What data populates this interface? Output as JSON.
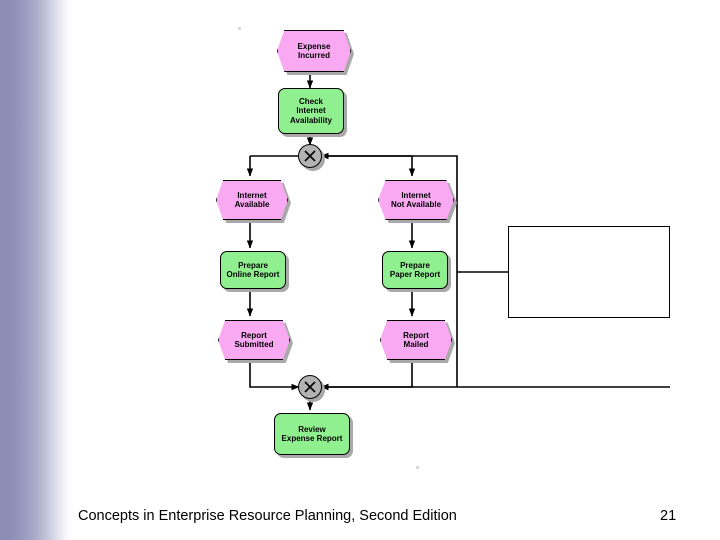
{
  "slide": {
    "page_number": "21",
    "footer_title": "Concepts in Enterprise Resource Planning, Second Edition",
    "background_color": "#ffffff",
    "accent_band_color": "#8b8cb4"
  },
  "diagram": {
    "type": "epc-event-driven-process-chain",
    "colors": {
      "event_fill": "#f9a8f2",
      "function_fill": "#90f090",
      "connector_fill": "#b3b3b3",
      "line": "#000000",
      "shadow": "#a9a9a9"
    },
    "nodes": [
      {
        "id": "expense-incurred",
        "kind": "event",
        "label": "Expense\nIncurred",
        "line1": "Expense",
        "line2": "Incurred"
      },
      {
        "id": "check-internet",
        "kind": "function",
        "label": "Check\nInternet\nAvailability",
        "line1": "Check",
        "line2": "Internet",
        "line3": "Availability"
      },
      {
        "id": "xor-split",
        "kind": "connector",
        "label": "XOR"
      },
      {
        "id": "internet-available",
        "kind": "event",
        "label": "Internet\nAvailable",
        "line1": "Internet",
        "line2": "Available"
      },
      {
        "id": "internet-not-available",
        "kind": "event",
        "label": "Internet\nNot Available",
        "line1": "Internet",
        "line2": "Not Available"
      },
      {
        "id": "prepare-online-report",
        "kind": "function",
        "label": "Prepare\nOnline Report",
        "line1": "Prepare",
        "line2": "Online Report"
      },
      {
        "id": "prepare-paper-report",
        "kind": "function",
        "label": "Prepare\nPaper Report",
        "line1": "Prepare",
        "line2": "Paper Report"
      },
      {
        "id": "report-submitted",
        "kind": "event",
        "label": "Report\nSubmitted",
        "line1": "Report",
        "line2": "Submitted"
      },
      {
        "id": "report-mailed",
        "kind": "event",
        "label": "Report\nMailed",
        "line1": "Report",
        "line2": "Mailed"
      },
      {
        "id": "xor-join",
        "kind": "connector",
        "label": "XOR"
      },
      {
        "id": "review-expense-report",
        "kind": "function",
        "label": "Review\nExpense Report",
        "line1": "Review",
        "line2": "Expense Report"
      }
    ],
    "note_box": {
      "id": "annotation-box",
      "text": ""
    }
  }
}
